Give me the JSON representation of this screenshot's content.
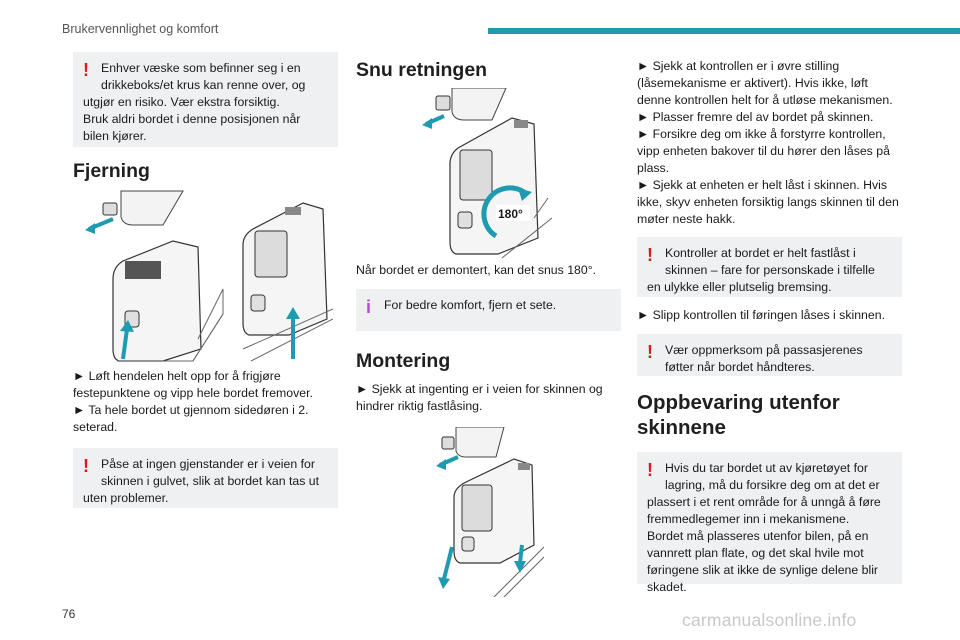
{
  "header": {
    "section_title": "Brukervennlighet og komfort",
    "accent_color": "#1e9bb0"
  },
  "footer": {
    "page_number": "76",
    "watermark": "carmanualsonline.info"
  },
  "col1": {
    "warning_top": {
      "icon": "warning-exclamation",
      "first_line": "Enhver væske som befinner seg i en drikkeboks/et krus kan renne over, og",
      "rest": "utgjør en risiko. Vær ekstra forsiktig.\nBruk aldri bordet i denne posisjonen når bilen kjører."
    },
    "heading": "Fjerning",
    "steps": "► Løft hendelen helt opp for å frigjøre festepunktene og vipp hele bordet fremover.\n► Ta hele bordet ut gjennom sidedøren i 2. seterad.",
    "warning_bottom": {
      "icon": "warning-exclamation",
      "first_line": "Påse at ingen gjenstander er i veien for skinnen i gulvet, slik at bordet kan tas ut",
      "rest": "uten problemer."
    }
  },
  "col2": {
    "heading": "Snu retningen",
    "rotation_label": "180°",
    "caption": "Når bordet er demontert, kan det snus 180°.",
    "info": {
      "icon": "info-i",
      "text": "For bedre komfort, fjern et sete."
    },
    "heading2": "Montering",
    "steps": "► Sjekk at ingenting er i veien for skinnen og hindrer riktig fastlåsing."
  },
  "col3": {
    "steps_top": "► Sjekk at kontrollen er i øvre stilling (låsemekanisme er aktivert). Hvis ikke, løft denne kontrollen helt for å utløse mekanismen.\n► Plasser fremre del av bordet på skinnen.\n► Forsikre deg om ikke å forstyrre kontrollen, vipp enheten bakover til du hører den låses på plass.\n► Sjekk at enheten er helt låst i skinnen. Hvis ikke, skyv enheten forsiktig langs skinnen til den møter neste hakk.",
    "warning1": {
      "icon": "warning-exclamation",
      "first_line": "Kontroller at bordet er helt fastlåst i skinnen – fare for personskade i tilfelle",
      "rest": "en ulykke eller plutselig bremsing."
    },
    "step_release": "► Slipp kontrollen til føringen låses i skinnen.",
    "warning2": {
      "icon": "warning-exclamation",
      "first_line": "Vær oppmerksom på passasjerenes føtter når bordet håndteres.",
      "rest": ""
    },
    "heading": "Oppbevaring utenfor skinnene",
    "warning3": {
      "icon": "warning-exclamation",
      "first_line": "Hvis du tar bordet ut av kjøretøyet for lagring, må du forsikre deg om at det er",
      "rest": "plassert i et rent område for å unngå å føre fremmedlegemer inn i mekanismene.\nBordet må plasseres utenfor bilen, på en vannrett plan flate, og det skal hvile mot føringene slik at ikke de synlige delene blir skadet."
    }
  }
}
